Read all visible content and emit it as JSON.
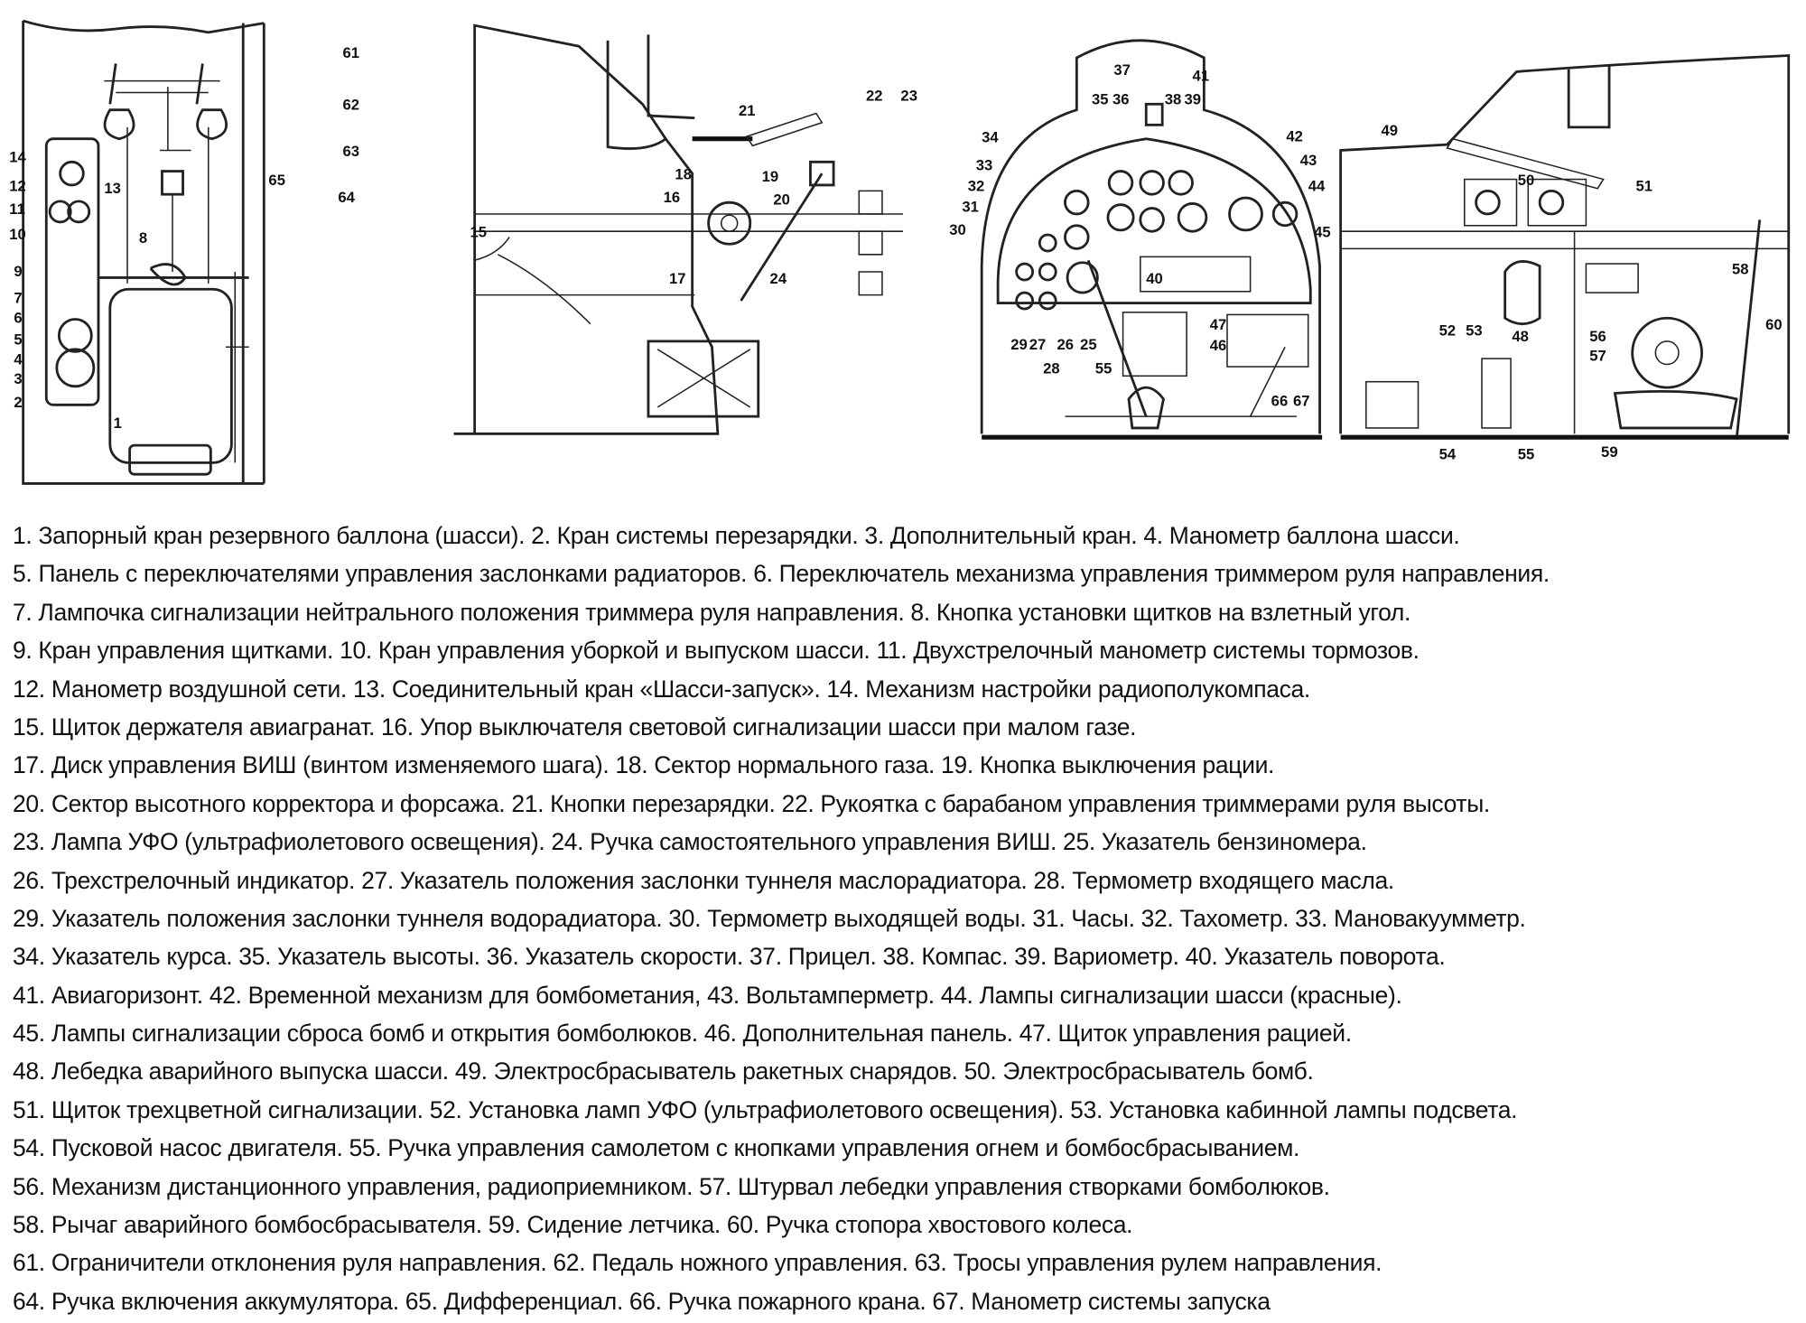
{
  "callouts": {
    "n1": "1",
    "n2": "2",
    "n3": "3",
    "n4": "4",
    "n5": "5",
    "n6": "6",
    "n7": "7",
    "n8": "8",
    "n9": "9",
    "n10": "10",
    "n11": "11",
    "n12": "12",
    "n13": "13",
    "n14": "14",
    "n15": "15",
    "n16": "16",
    "n17": "17",
    "n18": "18",
    "n19": "19",
    "n20": "20",
    "n21": "21",
    "n22": "22",
    "n23": "23",
    "n24": "24",
    "n25": "25",
    "n26": "26",
    "n27": "27",
    "n28": "28",
    "n29": "29",
    "n30": "30",
    "n31": "31",
    "n32": "32",
    "n33": "33",
    "n34": "34",
    "n35": "35",
    "n36": "36",
    "n37": "37",
    "n38": "38",
    "n39": "39",
    "n40": "40",
    "n41": "41",
    "n42": "42",
    "n43": "43",
    "n44": "44",
    "n45": "45",
    "n46": "46",
    "n47": "47",
    "n48": "48",
    "n49": "49",
    "n50": "50",
    "n51": "51",
    "n52": "52",
    "n53": "53",
    "n54": "54",
    "n55": "55",
    "n55b": "55",
    "n56": "56",
    "n57": "57",
    "n58": "58",
    "n59": "59",
    "n60": "60",
    "n61": "61",
    "n62": "62",
    "n63": "63",
    "n64": "64",
    "n65": "65",
    "n66": "66",
    "n67": "67"
  },
  "legend": [
    "1. Запорный кран резервного баллона (шасси). 2. Кран системы перезарядки. 3. Дополнительный кран. 4. Манометр баллона шасси.",
    "5. Панель с переключателями управления заслонками радиаторов. 6. Переключатель механизма управления триммером руля направления.",
    "7. Лампочка сигнализации нейтрального положения триммера руля направления. 8. Кнопка установки щитков на взлетный угол.",
    "9. Кран управления щитками. 10. Кран управления уборкой и выпуском шасси. 11. Двухстрелочный манометр системы тормозов.",
    "12. Манометр воздушной сети. 13. Соединительный кран «Шасси-запуск». 14. Механизм настройки радиополукомпаса.",
    "15. Щиток держателя авиагранат. 16. Упор выключателя световой сигнализации шасси при малом газе.",
    "17. Диск управления ВИШ (винтом изменяемого шага). 18. Сектор нормального газа. 19. Кнопка выключения рации.",
    "20. Сектор высотного корректора и форсажа. 21. Кнопки перезарядки. 22. Рукоятка с барабаном управления триммерами руля высоты.",
    "23. Лампа УФО (ультрафиолетового освещения). 24. Ручка самостоятельного управления ВИШ. 25. Указатель бензиномера.",
    "26. Трехстрелочный индикатор. 27. Указатель положения заслонки туннеля маслорадиатора. 28. Термометр входящего масла.",
    "29. Указатель положения заслонки туннеля водорадиатора. 30. Термометр выходящей воды. 31. Часы. 32. Тахометр. 33. Мановакуумметр.",
    "34. Указатель курса. 35. Указатель высоты. 36. Указатель скорости. 37. Прицел. 38. Компас. 39. Вариометр. 40. Указатель поворота.",
    "41. Авиагоризонт. 42. Временной механизм для бомбометания, 43. Вольтамперметр. 44. Лампы сигнализации шасси (красные).",
    "45. Лампы сигнализации сброса бомб и открытия бомболюков. 46. Дополнительная панель. 47. Щиток управления рацией.",
    "48. Лебедка аварийного выпуска шасси. 49. Электросбрасыватель ракетных снарядов. 50. Электросбрасыватель бомб.",
    "51. Щиток трехцветной сигнализации. 52. Установка ламп УФО (ультрафиолетового освещения). 53. Установка кабинной лампы подсвета.",
    "54. Пусковой насос двигателя. 55. Ручка управления самолетом с кнопками управления огнем и бомбосбрасыванием.",
    "56. Механизм дистанционного управления, радиоприемником. 57. Штурвал лебедки управления створками бомболюков.",
    "58. Рычаг аварийного бомбосбрасывателя. 59. Сидение летчика. 60. Ручка стопора хвостового колеса.",
    "61. Ограничители отклонения руля направления. 62. Педаль ножного управления. 63. Тросы управления рулем направления.",
    "64. Ручка включения аккумулятора. 65. Дифференциал. 66. Ручка пожарного крана. 67. Манометр системы запуска"
  ]
}
